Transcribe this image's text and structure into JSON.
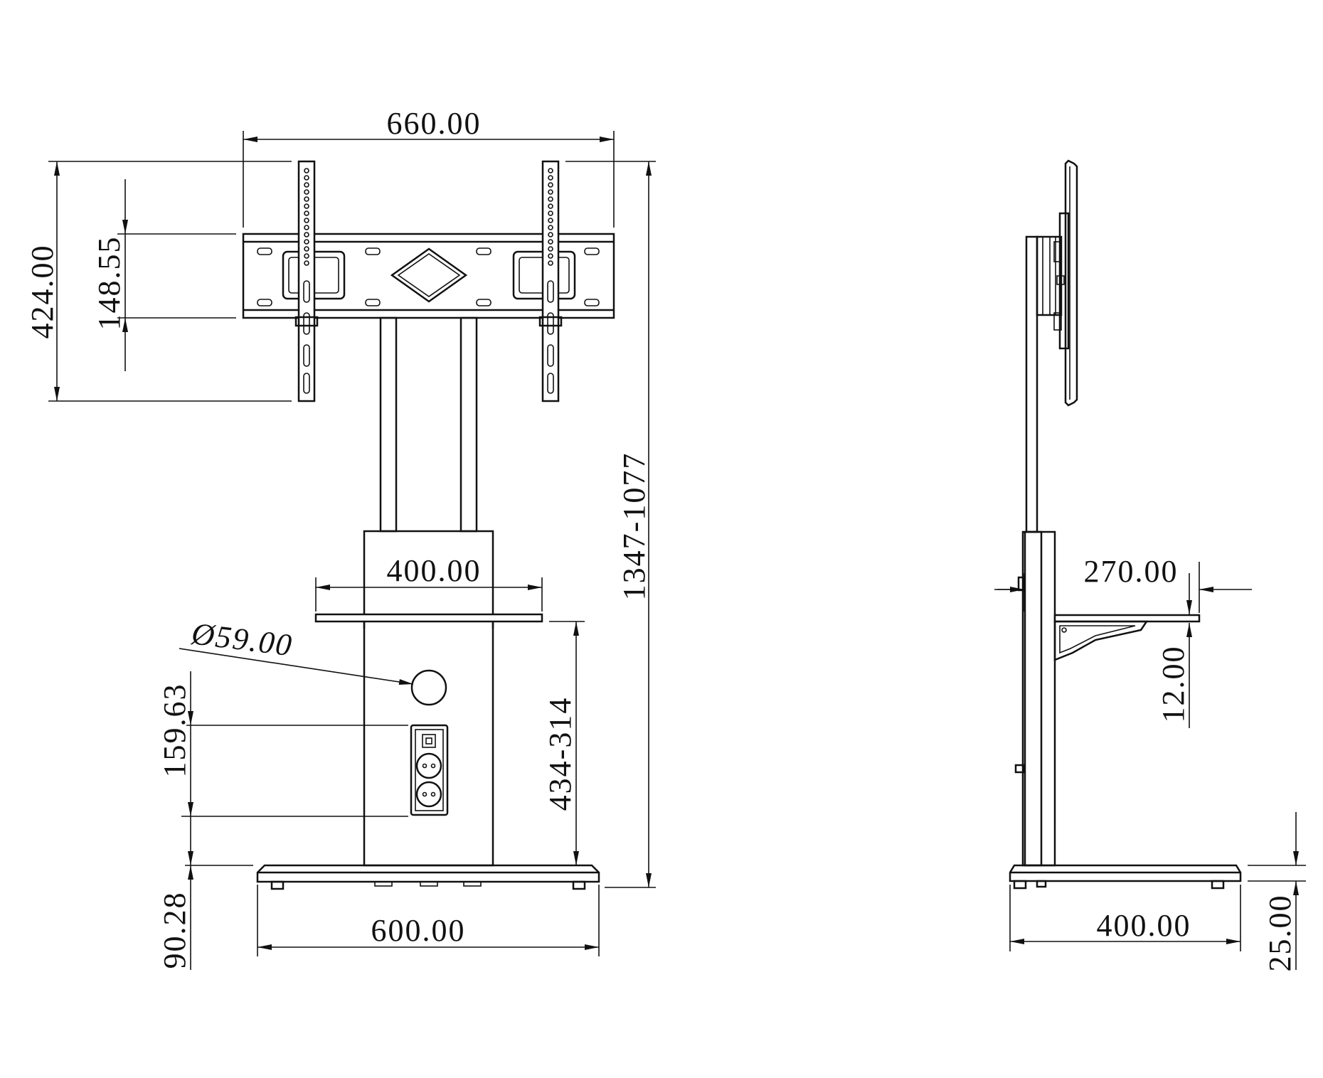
{
  "front_view": {
    "mount_width": "660.00",
    "mount_height": "424.00",
    "plate_height": "148.55",
    "overall_height": "1347-1077",
    "shelf_width": "400.00",
    "cable_hole": "Ø59.00",
    "shelf_height": "434-314",
    "socket_spacing": "159.63",
    "socket_offset": "90.28",
    "base_width": "600.00"
  },
  "side_view": {
    "shelf_depth": "270.00",
    "shelf_thickness": "12.00",
    "base_depth": "400.00",
    "base_height": "25.00"
  }
}
